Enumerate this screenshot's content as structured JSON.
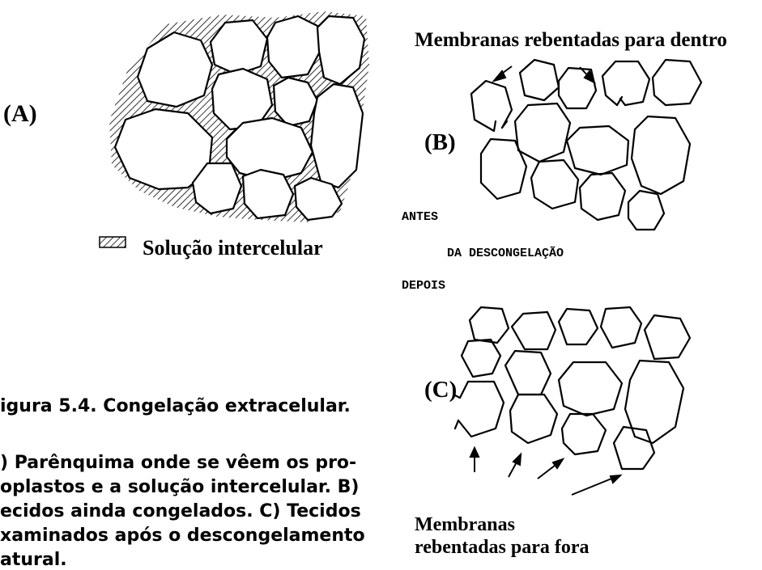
{
  "diagram": {
    "label_a": "(A)",
    "label_b": "(B)",
    "label_c": "(C)",
    "top_right_label": "Membranas rebentadas para dentro",
    "legend_text": "Solução intercelular",
    "legend_swatch_icon": "hatched-swatch",
    "antes": "ANTES",
    "da_descongelacao": "DA DESCONGELAÇÃO",
    "depois": "DEPOIS",
    "bottom_label_line1": "Membranas",
    "bottom_label_line2": "rebentadas para fora"
  },
  "caption": {
    "title": "igura 5.4. Congelação extracelular.",
    "line1": ") Parênquima onde se vêem os pro-",
    "line2": "oplastos e a solução intercelular. B)",
    "line3": "ecidos ainda congelados. C) Tecidos",
    "line4": "xaminados após o descongelamento",
    "line5": "atural."
  }
}
